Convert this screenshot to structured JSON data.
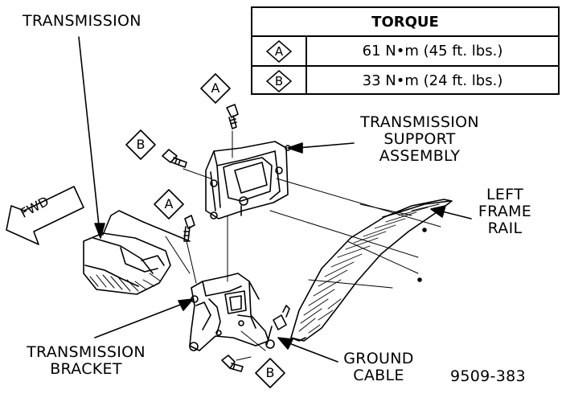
{
  "labels": {
    "transmission": "TRANSMISSION",
    "support_line1": "TRANSMISSION",
    "support_line2": "SUPPORT",
    "support_line3": "ASSEMBLY",
    "frame_line1": "LEFT",
    "frame_line2": "FRAME",
    "frame_line3": "RAIL",
    "bracket_line1": "TRANSMISSION",
    "bracket_line2": "BRACKET",
    "ground_line1": "GROUND",
    "ground_line2": "CABLE",
    "fwd": "FWD",
    "figure_number": "9509-383"
  },
  "torque_table": {
    "header": "TORQUE",
    "rows": [
      {
        "key": "A",
        "value": "61 N•m (45 ft. lbs.)"
      },
      {
        "key": "B",
        "value": "33 N•m (24 ft. lbs.)"
      }
    ]
  },
  "callouts": {
    "a_top": "A",
    "b_left": "B",
    "a_mid": "A",
    "b_bottom": "B"
  }
}
